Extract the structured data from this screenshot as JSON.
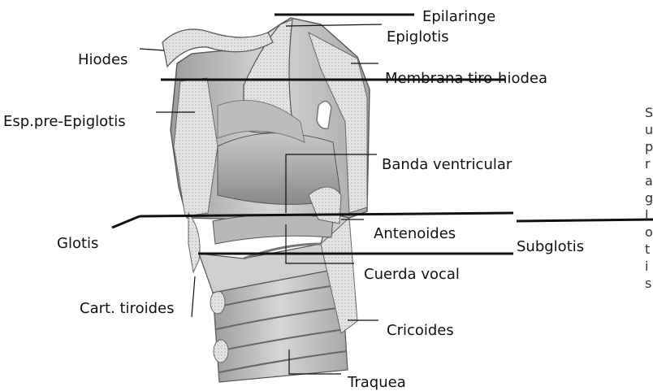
{
  "labels": {
    "epilaringe": "Epilaringe",
    "epiglotis": "Epiglotis",
    "hiodes": "Hiodes",
    "membrana": "Membrana tiro-hiodea",
    "esp_pre": "Esp.pre-Epiglotis",
    "banda": "Banda ventricular",
    "glotis": "Glotis",
    "antenoides": "Antenoides",
    "subglotis": "Subglotis",
    "cuerda": "Cuerda vocal",
    "cart_tiroides": "Cart. tiroides",
    "cricoides": "Cricoides",
    "traquea": "Traquea"
  },
  "side_text": [
    "S",
    "u",
    "p",
    "r",
    "a",
    "g",
    "l",
    "o",
    "t",
    "i",
    "s"
  ],
  "colors": {
    "ink": "#111111",
    "tissue_light": "#e6e6e6",
    "tissue_mid": "#c4c4c4",
    "tissue_dark": "#8e8e8e",
    "cartilage": "#b0b0b0"
  }
}
